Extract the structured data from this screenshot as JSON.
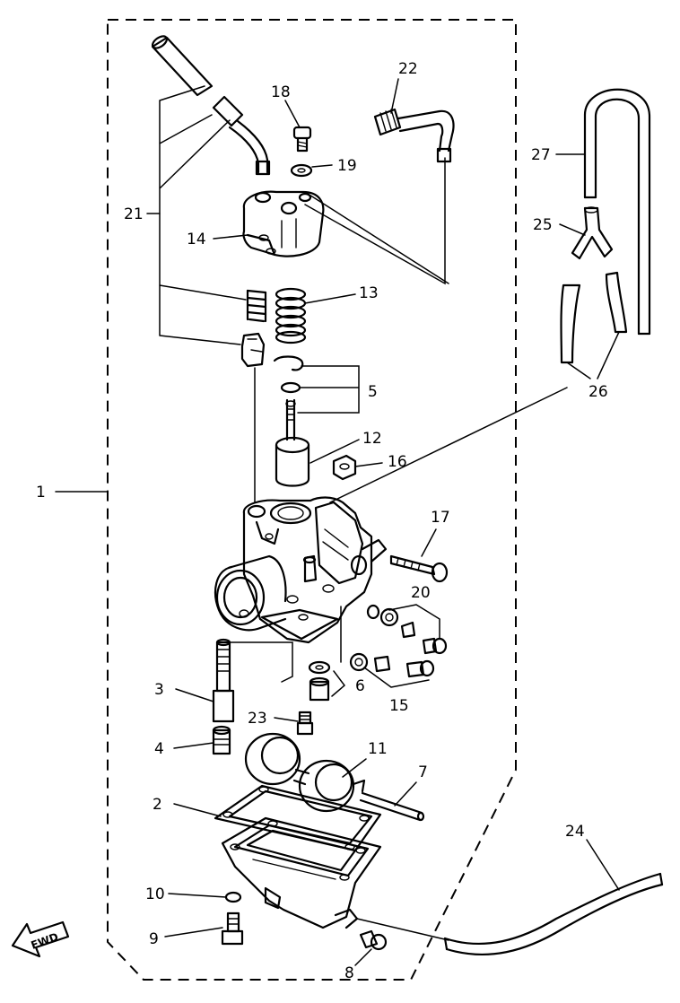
{
  "diagram": {
    "callouts": [
      {
        "id": "1",
        "text": "1"
      },
      {
        "id": "2",
        "text": "2"
      },
      {
        "id": "3",
        "text": "3"
      },
      {
        "id": "4",
        "text": "4"
      },
      {
        "id": "5",
        "text": "5"
      },
      {
        "id": "6a",
        "text": "6"
      },
      {
        "id": "7",
        "text": "7"
      },
      {
        "id": "8",
        "text": "8"
      },
      {
        "id": "9",
        "text": "9"
      },
      {
        "id": "10",
        "text": "10"
      },
      {
        "id": "11",
        "text": "11"
      },
      {
        "id": "12",
        "text": "12"
      },
      {
        "id": "13",
        "text": "13"
      },
      {
        "id": "14",
        "text": "14"
      },
      {
        "id": "15",
        "text": "15"
      },
      {
        "id": "16",
        "text": "16"
      },
      {
        "id": "17",
        "text": "17"
      },
      {
        "id": "18",
        "text": "18"
      },
      {
        "id": "19",
        "text": "19"
      },
      {
        "id": "20",
        "text": "20"
      },
      {
        "id": "21",
        "text": "21"
      },
      {
        "id": "22",
        "text": "22"
      },
      {
        "id": "23",
        "text": "23"
      },
      {
        "id": "24",
        "text": "24"
      },
      {
        "id": "25",
        "text": "25"
      },
      {
        "id": "26",
        "text": "26"
      },
      {
        "id": "27",
        "text": "27"
      }
    ],
    "fwd_marker": "FWD"
  }
}
